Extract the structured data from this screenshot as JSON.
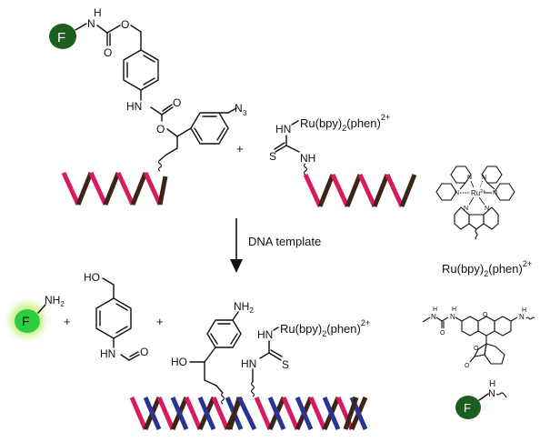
{
  "colors": {
    "fluor_dark": "#1b5e20",
    "fluor_bright": "#2ecc40",
    "fluor_glow": "#9be84a",
    "dna_pink": "#d81b60",
    "dna_brown": "#3e2417",
    "dna_blue": "#283593"
  },
  "reactant1": {
    "fluorophore_label": "F",
    "atoms": {
      "nh_h": "H",
      "nh_n": "N",
      "o_ether": "O",
      "o_carbonyl": "O",
      "hn": "HN",
      "o_carbonyl2": "O",
      "o_ester": "O",
      "azide_n": "N",
      "azide_sub": "3"
    }
  },
  "plus_signs": [
    "+",
    "+",
    "+"
  ],
  "reactant2": {
    "hn": "HN",
    "s": "S",
    "nh": "NH",
    "ru_label": "Ru(bpy)",
    "ru_sub": "2",
    "ru_label2": "(phen)",
    "ru_charge": "2+"
  },
  "arrow": {
    "label": "DNA template"
  },
  "products": {
    "fluorophore_label": "F",
    "nh2": "NH",
    "nh2_sub": "2",
    "benzyl_ho": "HO",
    "benzyl_hn": "HN",
    "benzyl_o": "O",
    "amine_nh2": "NH",
    "amine_nh2_sub": "2",
    "amine_ho": "HO",
    "thiourea_hn_top": "HN",
    "thiourea_hn_bottom": "HN",
    "thiourea_s": "S",
    "ru_label": "Ru(bpy)",
    "ru_sub": "2",
    "ru_label2": "(phen)",
    "ru_charge": "2+"
  },
  "legend": {
    "ru_complex": {
      "center": "Ru",
      "center_charge": "2+",
      "n": "N",
      "name": "Ru(bpy)",
      "name_sub": "2",
      "name2": "(phen)",
      "name_charge": "2+"
    },
    "rhodamine": {
      "h1": "H",
      "n1": "N",
      "h2": "H",
      "n2": "N",
      "o_carbonyl": "O",
      "o_ring": "O",
      "o_lactone": "O",
      "o_lactone_co": "O",
      "n_right": "N",
      "h_right": "H"
    },
    "fluorophore": {
      "label": "F",
      "h": "H",
      "n": "N"
    }
  }
}
